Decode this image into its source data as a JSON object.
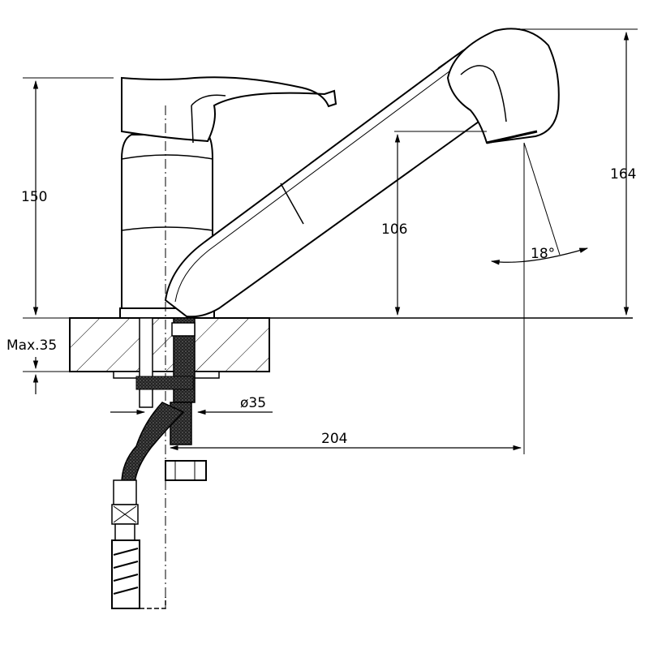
{
  "dimensions": {
    "body_height": "150",
    "total_height": "164",
    "spout_height": "106",
    "max_thickness": "Max.35",
    "hole_diameter": "ø35",
    "reach": "204",
    "spray_angle": "18°"
  },
  "colors": {
    "line": "#000000",
    "background": "#ffffff"
  }
}
